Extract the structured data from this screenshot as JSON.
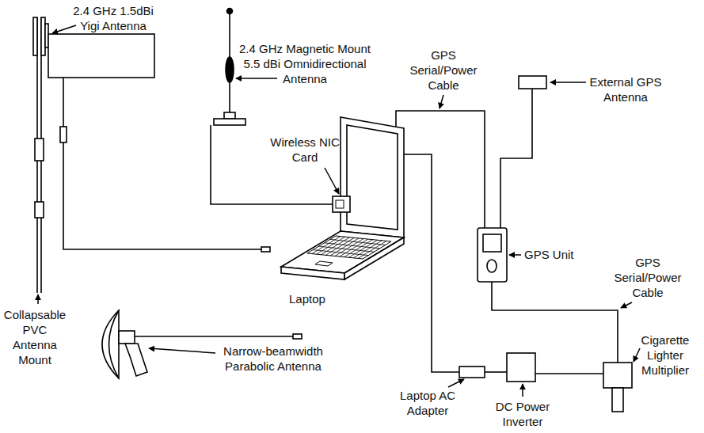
{
  "diagram": {
    "labels": [
      "2.4 GHz 1.5dBi Yigi Antenna",
      "2.4 GHz Magnetic Mount 5.5 dBi Omnidirectional Antenna",
      "GPS Serial/Power Cable",
      "External GPS Antenna",
      "Wireless NIC Card",
      "GPS Unit",
      "GPS Serial/Power Cable",
      "Collapsable PVC Antenna Mount",
      "Laptop",
      "Cigarette Lighter Multiplier",
      "Narrow-beamwidth Parabolic Antenna",
      "Laptop AC Adapter",
      "DC Power Inverter"
    ]
  }
}
